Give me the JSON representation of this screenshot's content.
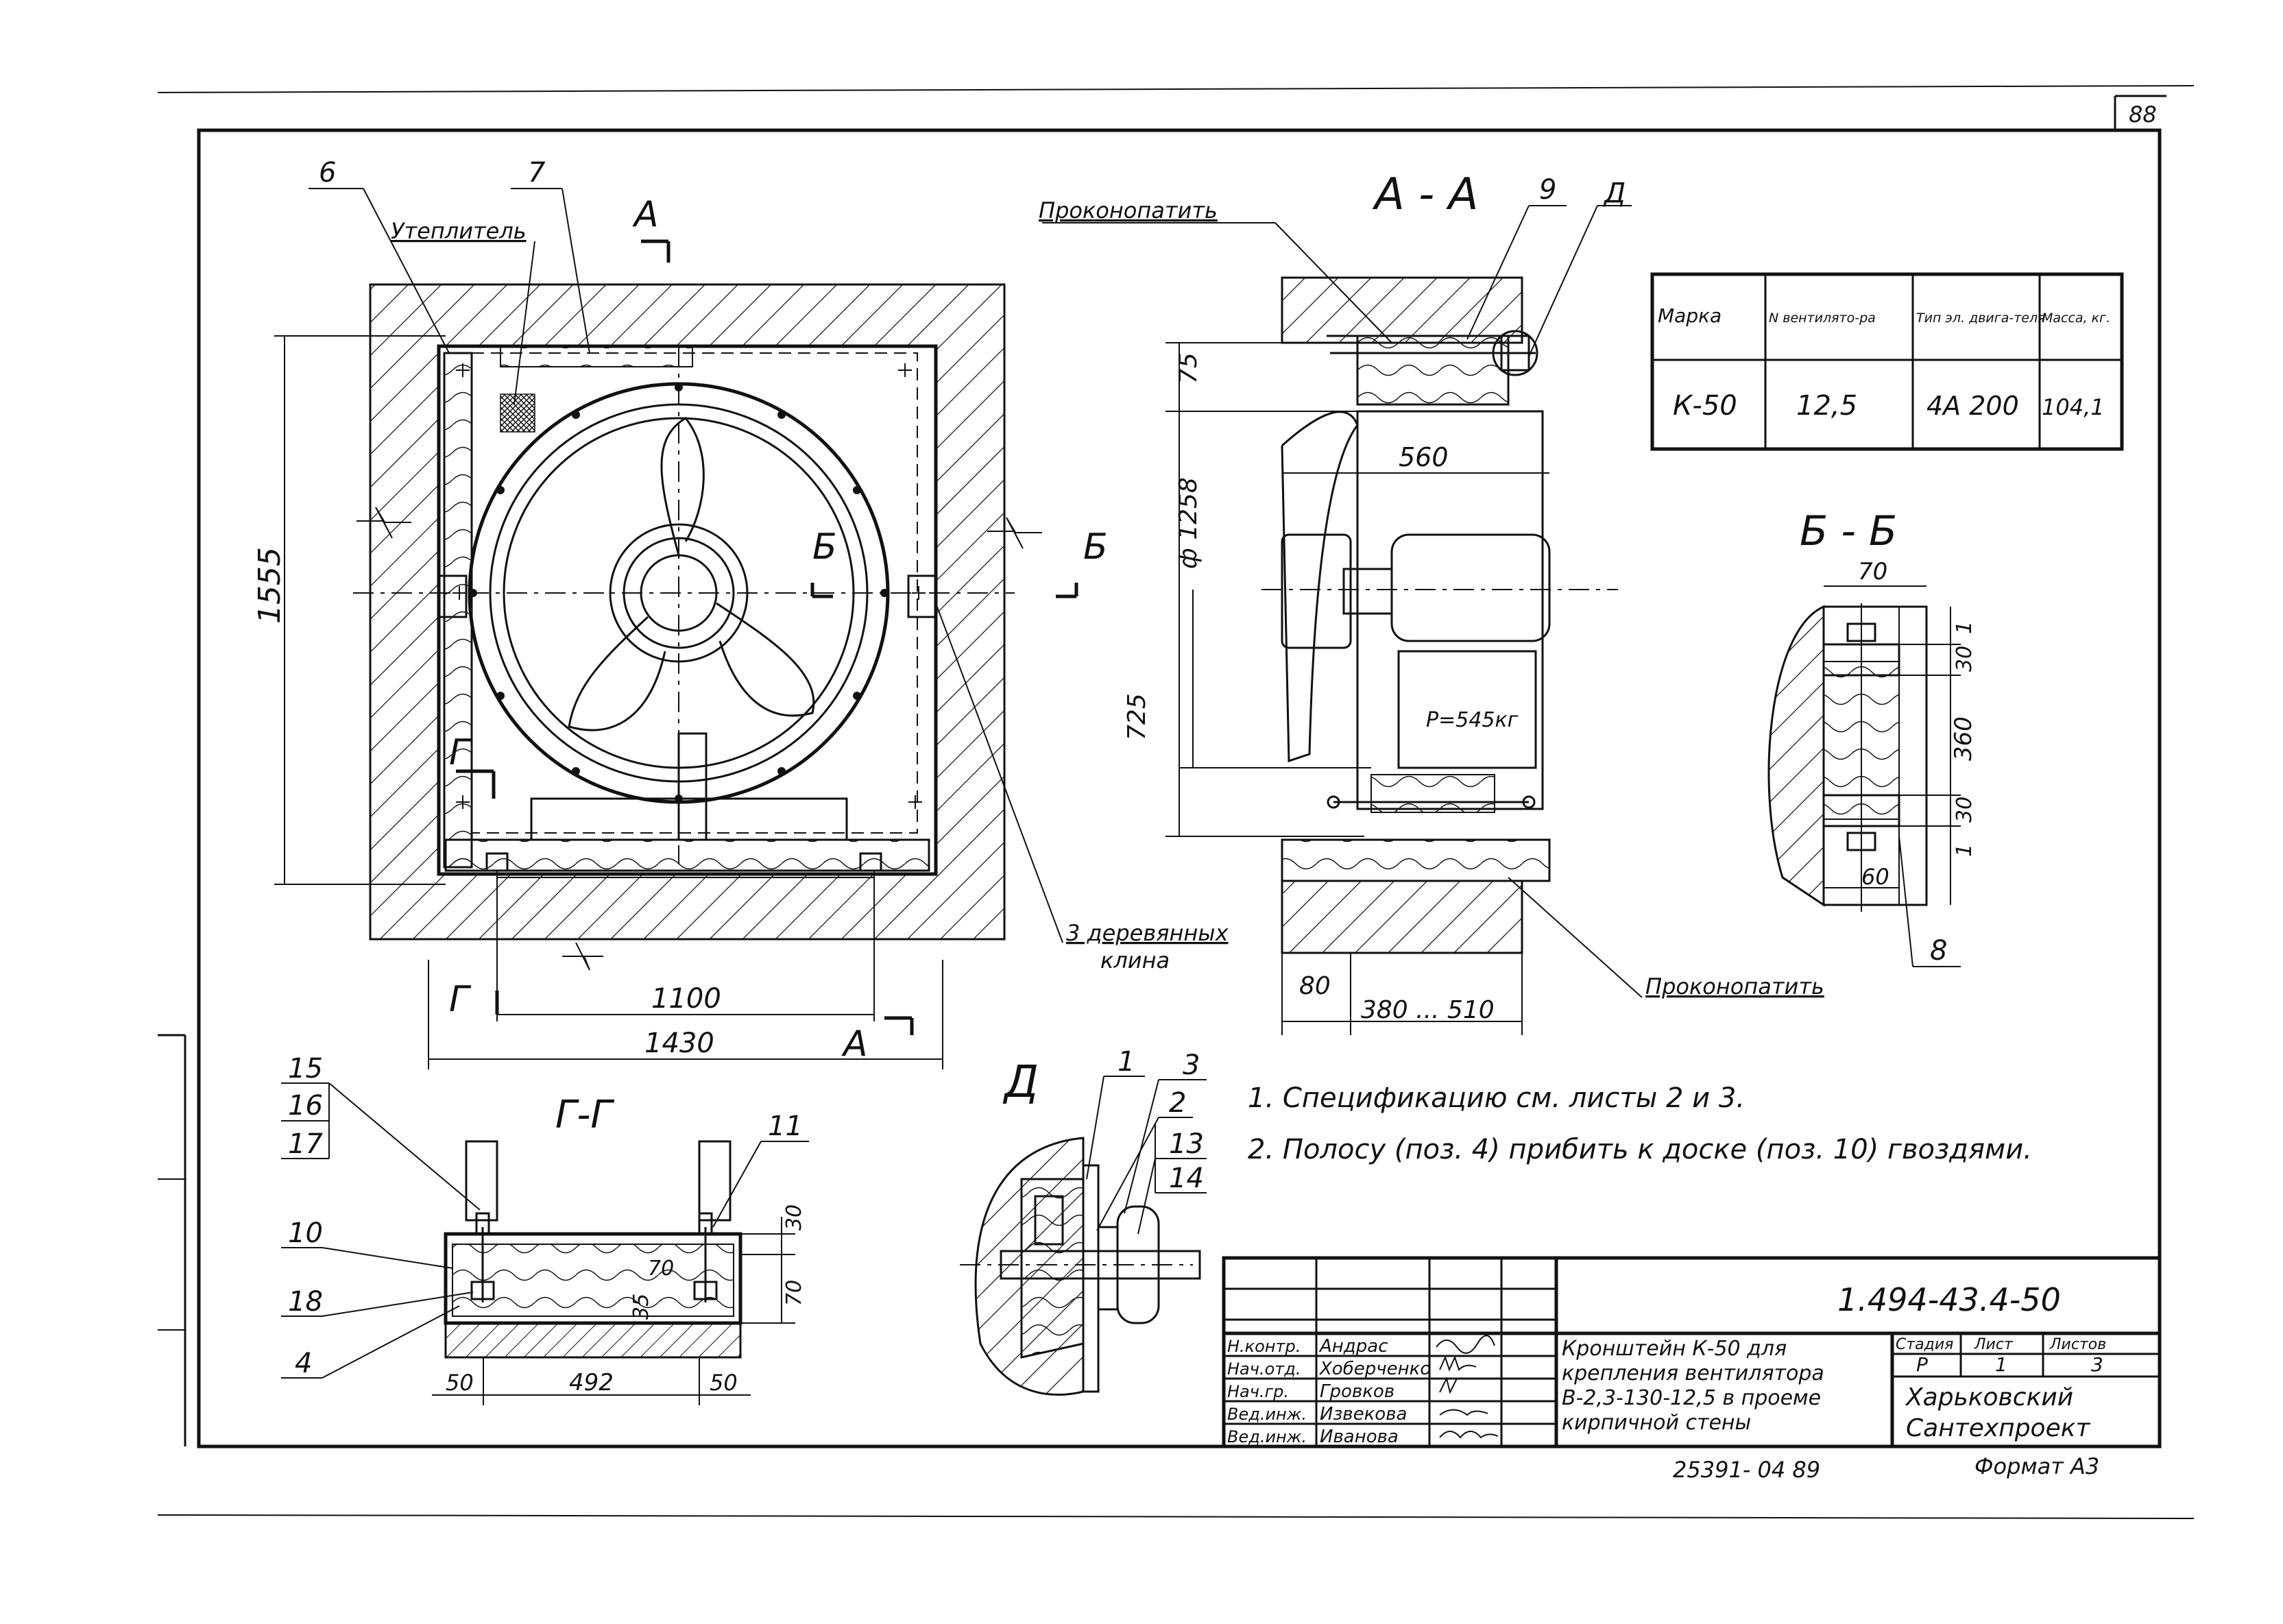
{
  "sheet": {
    "page_number": "88",
    "document_code": "1.494-43.4-50",
    "format": "Формат А3",
    "inventory": "25391- 04 89"
  },
  "labels": {
    "insulation": "Утеплитель",
    "section_aa": "А - А",
    "section_bb": "Б - Б",
    "section_gg": "Г-Г",
    "detail_d": "Д",
    "caulk_top": "Проконопатить",
    "caulk_bottom": "Проконопатить",
    "wedges_line1": "3 деревянных",
    "wedges_line2": "клина",
    "cut_a": "А",
    "cut_b": "Б",
    "cut_g": "Г",
    "load": "P=545кг",
    "callouts": [
      "6",
      "7",
      "9",
      "Д",
      "8",
      "15",
      "16",
      "17",
      "10",
      "18",
      "4",
      "11",
      "1",
      "2",
      "3",
      "13",
      "14"
    ]
  },
  "dimensions": {
    "d1555": "1555",
    "d1100": "1100",
    "d1430": "1430",
    "d75": "75",
    "d1258": "ф 1258",
    "d725": "725",
    "d560": "560",
    "d80": "80",
    "d380": "380 ... 510",
    "d70bb": "70",
    "d30a": "30",
    "d360": "360",
    "d30b": "30",
    "d1a": "1",
    "d1b": "1",
    "d60": "60",
    "d30gg": "30",
    "d70gg": "70",
    "d35": "35",
    "d70gg2": "70",
    "d50a": "50",
    "d492": "492",
    "d50b": "50"
  },
  "spec_table": {
    "headers": [
      "Марка",
      "N вентилято-ра",
      "Тип эл. двига-теля",
      "Масса, кг."
    ],
    "row": [
      "К-50",
      "12,5",
      "4А 200",
      "104,1"
    ]
  },
  "notes": [
    "1. Спецификацию см. листы 2 и 3.",
    "2. Полосу (поз. 4) прибить к доске (поз. 10) гвоздями."
  ],
  "title_block": {
    "roles": [
      "Н.контр.",
      "Нач.отд.",
      "Нач.гр.",
      "Вед.инж.",
      "Вед.инж."
    ],
    "names": [
      "Андрас",
      "Хоберченко",
      "Гровков",
      "Извекова",
      "Иванова"
    ],
    "title": "Кронштейн К-50 для крепления вентилятора В-2,3-130-12,5 в проеме кирпичной стены",
    "stage_header": "Стадия",
    "sheet_header": "Лист",
    "sheets_header": "Листов",
    "stage": "Р",
    "sheet": "1",
    "sheets": "3",
    "org_line1": "Харьковский",
    "org_line2": "Сантехпроект"
  }
}
